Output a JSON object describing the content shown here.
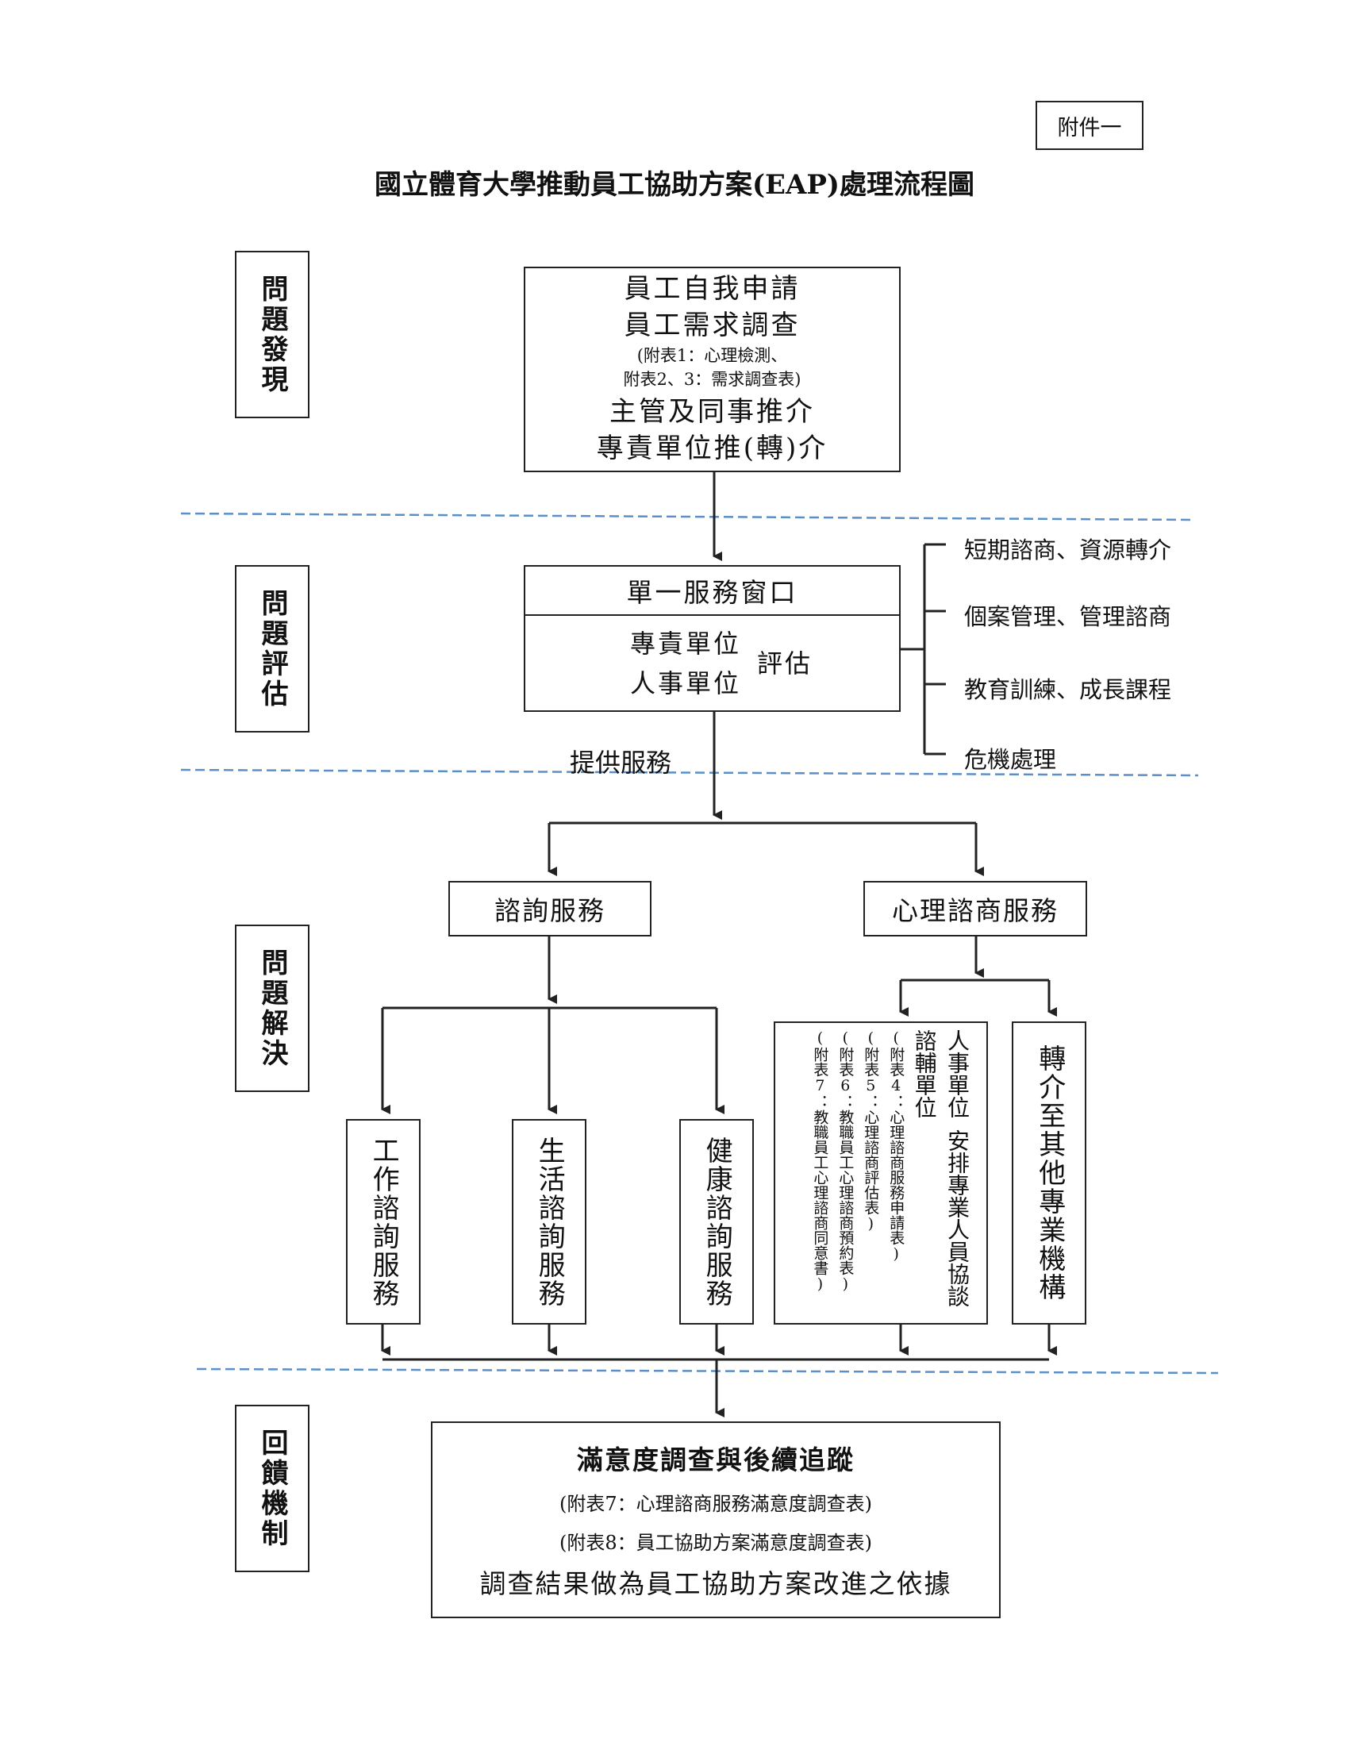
{
  "attachment_label": "附件一",
  "title": "國立體育大學推動員工協助方案(EAP)處理流程圖",
  "stages": {
    "discover": "問題發現",
    "assess": "問題評估",
    "solve": "問題解決",
    "feedback": "回饋機制"
  },
  "discover_box": {
    "line1": "員工自我申請",
    "line2": "員工需求調查",
    "note1": "(附表1：心理檢測、",
    "note2": "附表2、3：需求調查表)",
    "line3": "主管及同事推介",
    "line4": "專責單位推(轉)介"
  },
  "assess_box": {
    "header": "單一服務窗口",
    "unit1": "專責單位",
    "unit2": "人事單位",
    "action": "評估"
  },
  "assess_options": [
    "短期諮商、資源轉介",
    "個案管理、管理諮商",
    "教育訓練、成長課程",
    "危機處理"
  ],
  "provide_service": "提供服務",
  "consult_service": "諮詢服務",
  "counsel_service": "心理諮商服務",
  "consult_children": [
    "工作諮詢服務",
    "生活諮詢服務",
    "健康諮詢服務"
  ],
  "counsel_box": {
    "col1": "人事單位",
    "col1b": "安排專業人員協談",
    "col2": "諮輔單位",
    "note1": "(附表4：心理諮商服務申請表)",
    "note2": "(附表5：心理諮商評估表)",
    "note3": "(附表6：教職員工心理諮商預約表)",
    "note4": "(附表7：教職員工心理諮商同意書)"
  },
  "referral": "轉介至其他專業機構",
  "feedback_box": {
    "title": "滿意度調查與後續追蹤",
    "note1": "(附表7：心理諮商服務滿意度調查表)",
    "note2": "(附表8：員工協助方案滿意度調查表)",
    "line": "調查結果做為員工協助方案改進之依據"
  },
  "colors": {
    "line": "#222222",
    "dashed": "#5b8fc7"
  }
}
